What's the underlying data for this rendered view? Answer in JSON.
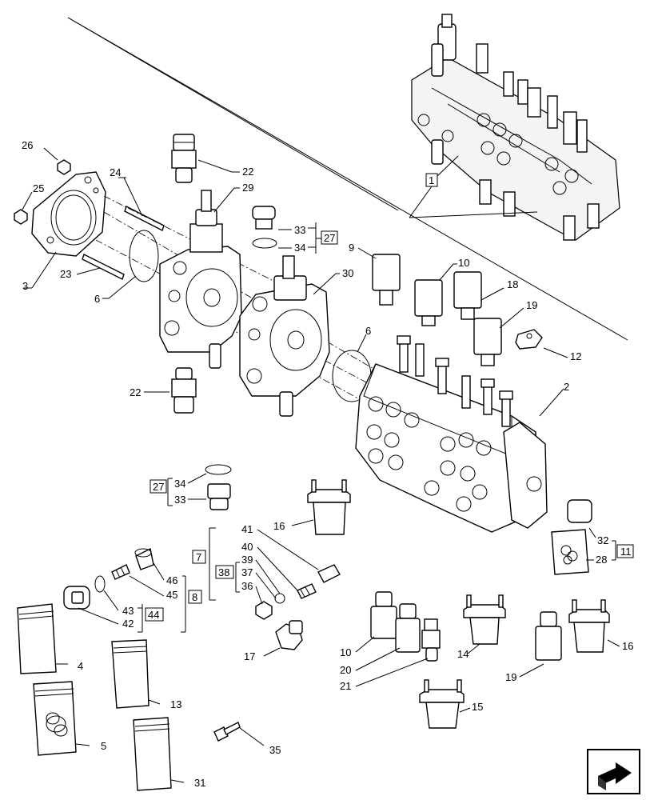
{
  "callouts": {
    "c1": "1",
    "c2": "2",
    "c3": "3",
    "c4": "4",
    "c5": "5",
    "c6a": "6",
    "c6b": "6",
    "c7": "7",
    "c8": "8",
    "c9": "9",
    "c10a": "10",
    "c10b": "10",
    "c11": "11",
    "c12": "12",
    "c13": "13",
    "c14": "14",
    "c15": "15",
    "c16a": "16",
    "c16b": "16",
    "c17": "17",
    "c18": "18",
    "c19a": "19",
    "c19b": "19",
    "c20": "20",
    "c21": "21",
    "c22a": "22",
    "c22b": "22",
    "c23": "23",
    "c24": "24",
    "c25": "25",
    "c26": "26",
    "c27a": "27",
    "c27b": "27",
    "c28": "28",
    "c29": "29",
    "c30": "30",
    "c31": "31",
    "c32": "32",
    "c33a": "33",
    "c33b": "33",
    "c34a": "34",
    "c34b": "34",
    "c35": "35",
    "c36": "36",
    "c37": "37",
    "c38": "38",
    "c39": "39",
    "c40": "40",
    "c41": "41",
    "c42": "42",
    "c43": "43",
    "c44": "44",
    "c45": "45",
    "c46": "46"
  },
  "icons": {
    "nav": "next-page-arrow-icon"
  }
}
